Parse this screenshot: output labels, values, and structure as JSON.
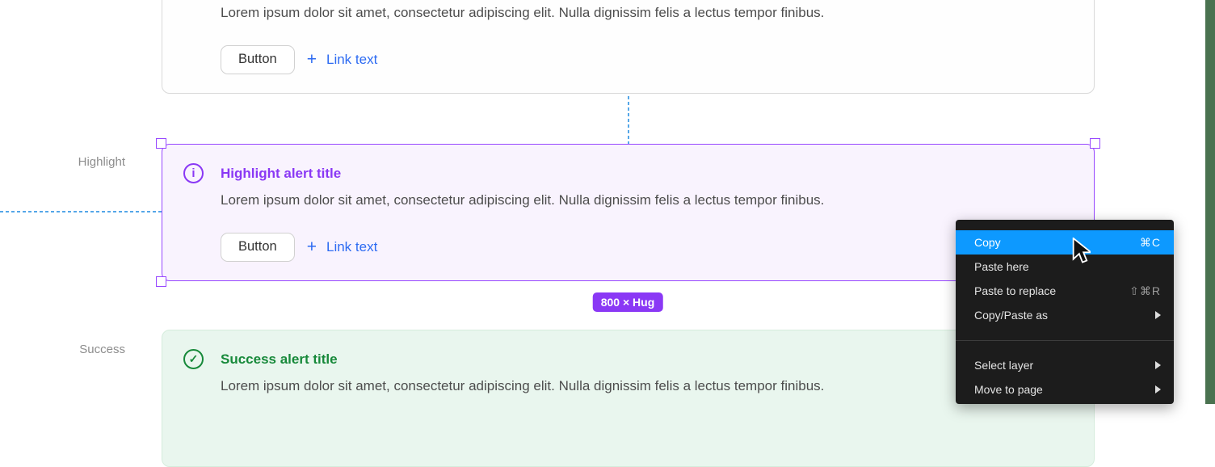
{
  "section_labels": {
    "highlight": "Highlight",
    "success": "Success"
  },
  "alerts": {
    "body_text": "Lorem ipsum dolor sit amet, consectetur adipiscing elit. Nulla dignissim felis a lectus tempor finibus.",
    "button_label": "Button",
    "link_plus": "+",
    "link_label": "Link text",
    "highlight_title": "Highlight alert title",
    "success_title": "Success alert title"
  },
  "icons": {
    "info": "i",
    "check": "✓"
  },
  "selection": {
    "size_badge": "800 × Hug"
  },
  "context_menu": {
    "items": [
      {
        "label": "Copy",
        "shortcut": "⌘C",
        "highlighted": true
      },
      {
        "label": "Paste here",
        "shortcut": ""
      },
      {
        "label": "Paste to replace",
        "shortcut": "⇧⌘R"
      },
      {
        "label": "Copy/Paste as",
        "submenu": true
      },
      {
        "label": "Select layer",
        "submenu": true
      },
      {
        "label": "Move to page",
        "submenu": true
      }
    ]
  },
  "colors": {
    "selection_purple": "#9747FF",
    "highlight_purple": "#8A38F5",
    "highlight_bg": "#F9F3FE",
    "success_green": "#17893A",
    "success_bg": "#E9F6EE",
    "link_blue": "#2D6BF2",
    "menu_highlight_blue": "#0D99FF",
    "menu_bg": "#1C1C1C",
    "guide_blue": "#55A7E8",
    "right_bar_green": "#4A7250",
    "badge_purple": "#8A38F5"
  }
}
